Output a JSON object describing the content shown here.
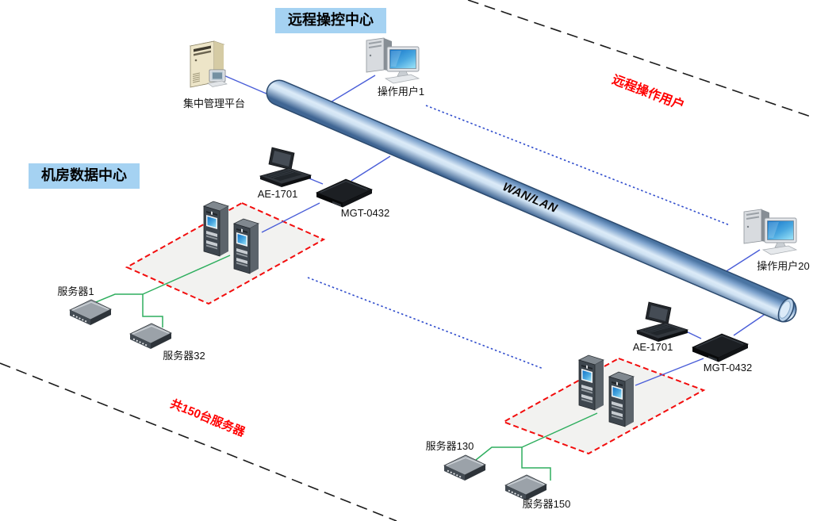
{
  "diagram": {
    "titles": {
      "remote_center": "远程操控中心",
      "datacenter": "机房数据中心"
    },
    "annotations": {
      "remote_users": "远程操作用户",
      "total_servers": "共150台服务器",
      "backbone": "WAN/LAN"
    },
    "nodes": {
      "mgmt_platform": {
        "label": "集中管理平台",
        "icon": "tower-server-icon"
      },
      "user1": {
        "label": "操作用户1",
        "icon": "workstation-icon"
      },
      "user20": {
        "label": "操作用户20",
        "icon": "workstation-icon"
      },
      "ae1701_top": {
        "label": "AE-1701",
        "icon": "kvm-console-icon"
      },
      "mgt0432_top": {
        "label": "MGT-0432",
        "icon": "kvm-switch-icon"
      },
      "ae1701_bottom": {
        "label": "AE-1701",
        "icon": "kvm-console-icon"
      },
      "mgt0432_bottom": {
        "label": "MGT-0432",
        "icon": "kvm-switch-icon"
      },
      "server1": {
        "label": "服务器1",
        "icon": "rack-server-icon"
      },
      "server32": {
        "label": "服务器32",
        "icon": "rack-server-icon"
      },
      "server130": {
        "label": "服务器130",
        "icon": "rack-server-icon"
      },
      "server150": {
        "label": "服务器150",
        "icon": "rack-server-icon"
      }
    },
    "links": [
      {
        "from": "mgmt_platform",
        "to": "wan_lan_pipe",
        "style": "solid-blue"
      },
      {
        "from": "user1",
        "to": "wan_lan_pipe",
        "style": "solid-blue"
      },
      {
        "from": "user20",
        "to": "wan_lan_pipe",
        "style": "solid-blue"
      },
      {
        "from": "ae1701_top",
        "to": "mgt0432_top",
        "style": "solid-blue"
      },
      {
        "from": "mgt0432_top",
        "to": "wan_lan_pipe",
        "style": "solid-blue"
      },
      {
        "from": "mgt0432_top",
        "to": "rack_zone_top",
        "style": "solid-blue"
      },
      {
        "from": "ae1701_bottom",
        "to": "mgt0432_bottom",
        "style": "solid-blue"
      },
      {
        "from": "mgt0432_bottom",
        "to": "wan_lan_pipe",
        "style": "solid-blue"
      },
      {
        "from": "mgt0432_bottom",
        "to": "rack_zone_bottom",
        "style": "solid-blue"
      },
      {
        "from": "rack_zone_top",
        "to": "server1",
        "style": "solid-green"
      },
      {
        "from": "rack_zone_top",
        "to": "server32",
        "style": "solid-green"
      },
      {
        "from": "rack_zone_bottom",
        "to": "server130",
        "style": "solid-green"
      },
      {
        "from": "rack_zone_bottom",
        "to": "server150",
        "style": "solid-green"
      }
    ],
    "colors": {
      "label_bg": "#a5d2f2",
      "annotation_red": "#ff0000",
      "link_blue": "#4a5ed8",
      "dotted_blue": "#2f4ccc",
      "link_green": "#2eae5e",
      "boundary_black": "#1b1b1b",
      "pipe_blue": "#7ea3cd",
      "zone_fill": "#f2f2f0",
      "zone_border": "#f20d0d"
    }
  }
}
